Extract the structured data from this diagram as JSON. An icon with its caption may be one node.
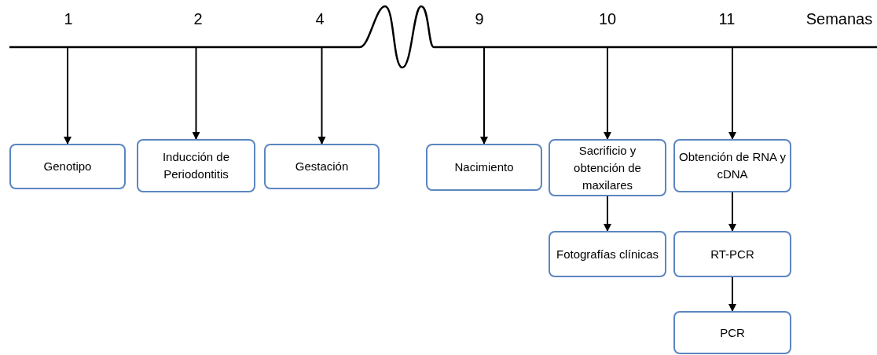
{
  "diagram": {
    "nodes": [
      {
        "text": [
          "Genotipo"
        ]
      },
      {
        "text": [
          "Inducción de Periodontitis"
        ]
      },
      {
        "text": [
          "Gestación"
        ]
      },
      {
        "text": [
          "Nacimiento"
        ]
      },
      {
        "text": [
          "Sacrificio y obtención de maxilares"
        ]
      },
      {
        "text": [
          "Fotografías clínicas"
        ]
      },
      {
        "text": [
          "Obtención de RNA y cDNA"
        ]
      },
      {
        "text": [
          "RT-PCR"
        ]
      },
      {
        "text": [
          "PCR"
        ]
      }
    ],
    "edges": [
      {
        "from": null,
        "to": 0,
        "arrow": "to"
      },
      {
        "from": null,
        "to": 1,
        "arrow": "to"
      },
      {
        "from": null,
        "to": 2,
        "arrow": "to"
      },
      {
        "from": null,
        "to": 3,
        "arrow": "to"
      },
      {
        "from": null,
        "to": 4,
        "arrow": "to"
      },
      {
        "from": null,
        "to": 6,
        "arrow": "to"
      },
      {
        "from": 4,
        "to": 5,
        "arrow": "to"
      },
      {
        "from": 6,
        "to": 7,
        "arrow": "to"
      },
      {
        "from": 7,
        "to": 8,
        "arrow": "to"
      }
    ],
    "labels": [
      "1",
      "2",
      "4",
      "9",
      "10",
      "11",
      "Semanas"
    ]
  }
}
